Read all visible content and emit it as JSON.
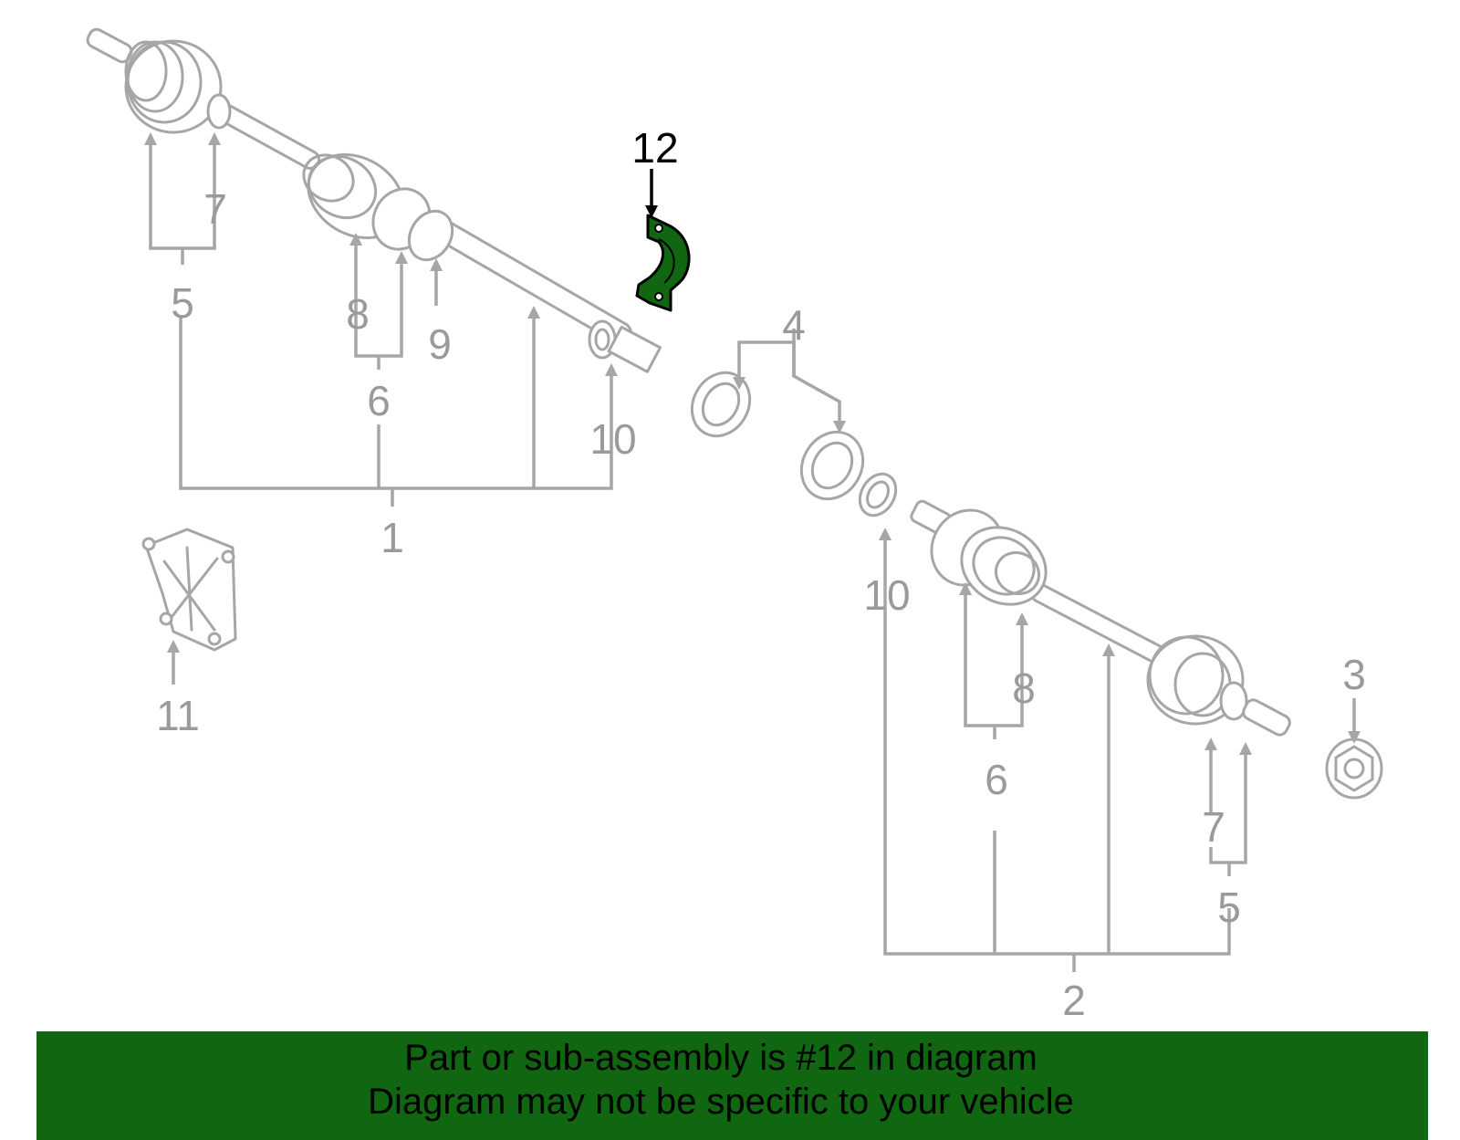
{
  "diagram": {
    "highlight_color": "#116611",
    "line_color": "#a6a6a6",
    "callouts": {
      "c1": "1",
      "c2": "2",
      "c3": "3",
      "c4": "4",
      "c5_left": "5",
      "c5_right": "5",
      "c6_left": "6",
      "c6_right": "6",
      "c7_left": "7",
      "c7_right": "7",
      "c8_left": "8",
      "c8_right": "8",
      "c9": "9",
      "c10_left": "10",
      "c10_right": "10",
      "c11": "11",
      "c12": "12"
    }
  },
  "banner": {
    "color": "#116611",
    "line1": "Part or sub-assembly is #12 in diagram",
    "line2": "Diagram may not be specific to your vehicle"
  }
}
